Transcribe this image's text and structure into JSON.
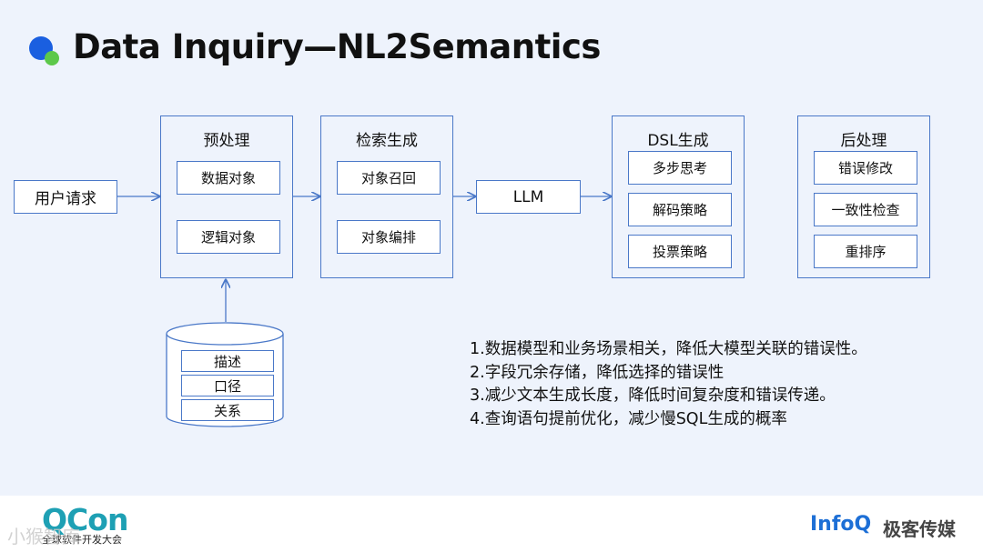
{
  "title": "Data Inquiry—NL2Semantics",
  "user_request": "用户请求",
  "preprocess": {
    "title": "预处理",
    "items": [
      "数据对象",
      "逻辑对象"
    ]
  },
  "retrieval": {
    "title": "检索生成",
    "items": [
      "对象召回",
      "对象编排"
    ]
  },
  "llm": "LLM",
  "dsl": {
    "title": "DSL生成",
    "items": [
      "多步思考",
      "解码策略",
      "投票策略"
    ]
  },
  "postprocess": {
    "title": "后处理",
    "items": [
      "错误修改",
      "一致性检查",
      "重排序"
    ]
  },
  "database": {
    "items": [
      "描述",
      "口径",
      "关系"
    ]
  },
  "notes": [
    "1.数据模型和业务场景相关，降低大模型关联的错误性。",
    "2.字段冗余存储，降低选择的错误性",
    "3.减少文本生成长度，降低时间复杂度和错误传递。",
    "4.查询语句提前优化，减少慢SQL生成的概率"
  ],
  "footer": {
    "qcon_logo": "QCon",
    "qcon_sub": "全球软件开发大会",
    "infoq_logo": "InfoQ",
    "infoq_cn": "极客传媒",
    "watermark": "小猴智库"
  },
  "colors": {
    "border": "#4a78c8",
    "background": "#eef3fc",
    "title_blue": "#1a5fe0",
    "title_green": "#5cc84a"
  }
}
